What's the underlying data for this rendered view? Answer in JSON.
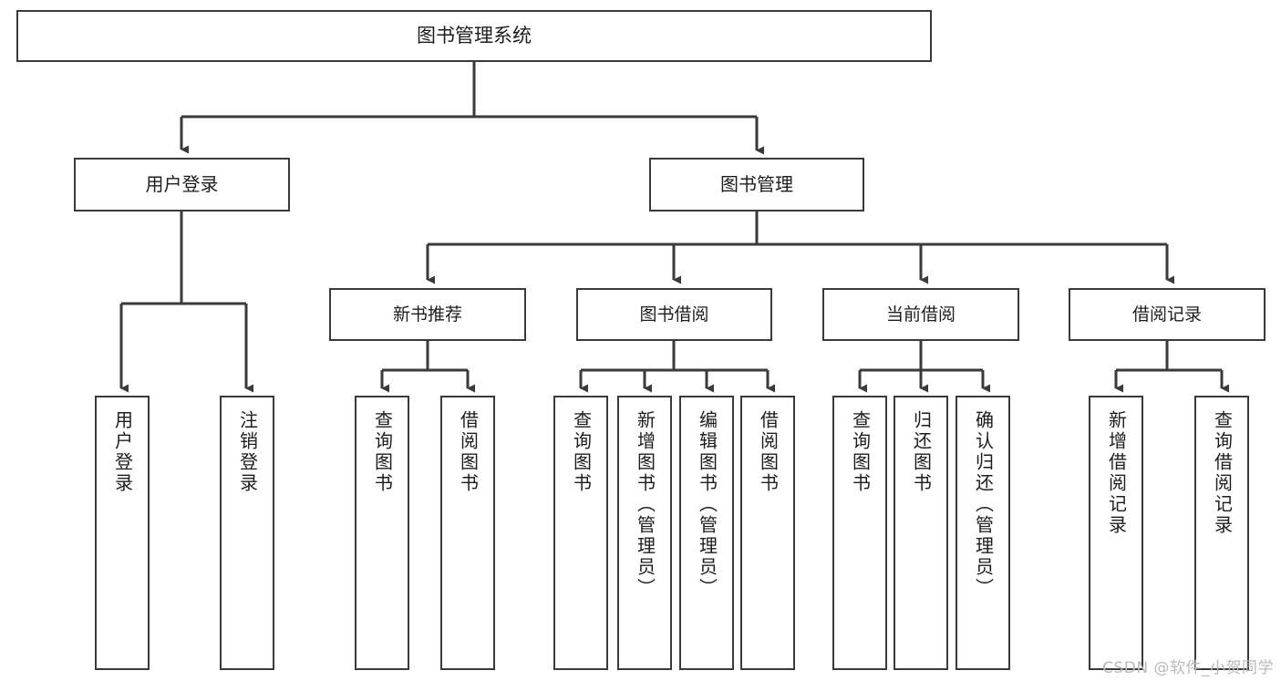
{
  "diagram": {
    "title": "图书管理系统",
    "type": "tree-hierarchy-chart",
    "watermark": "CSDN @软件_小贺同学",
    "colors": {
      "background": "#ffffff",
      "node_border": "#3a3a3a",
      "node_fill": "#ffffff",
      "edge": "#3a3a3a",
      "text": "#1d1d1d",
      "watermark": "#b9b9b9"
    },
    "root": {
      "label": "图书管理系统"
    },
    "level1": [
      {
        "label": "用户登录"
      },
      {
        "label": "图书管理"
      }
    ],
    "level2": [
      {
        "label": "新书推荐"
      },
      {
        "label": "图书借阅"
      },
      {
        "label": "当前借阅"
      },
      {
        "label": "借阅记录"
      }
    ],
    "leaves": {
      "user_login": [
        {
          "label": "用户登录"
        },
        {
          "label": "注销登录"
        }
      ],
      "new_book_recommend": [
        {
          "label": "查询图书"
        },
        {
          "label": "借阅图书"
        }
      ],
      "book_borrow": [
        {
          "label": "查询图书"
        },
        {
          "label": "新增图书（管理员）"
        },
        {
          "label": "编辑图书（管理员）"
        },
        {
          "label": "借阅图书"
        }
      ],
      "current_borrow": [
        {
          "label": "查询图书"
        },
        {
          "label": "归还图书"
        },
        {
          "label": "确认归还（管理员）"
        }
      ],
      "borrow_record": [
        {
          "label": "新增借阅记录"
        },
        {
          "label": "查询借阅记录"
        }
      ]
    }
  }
}
